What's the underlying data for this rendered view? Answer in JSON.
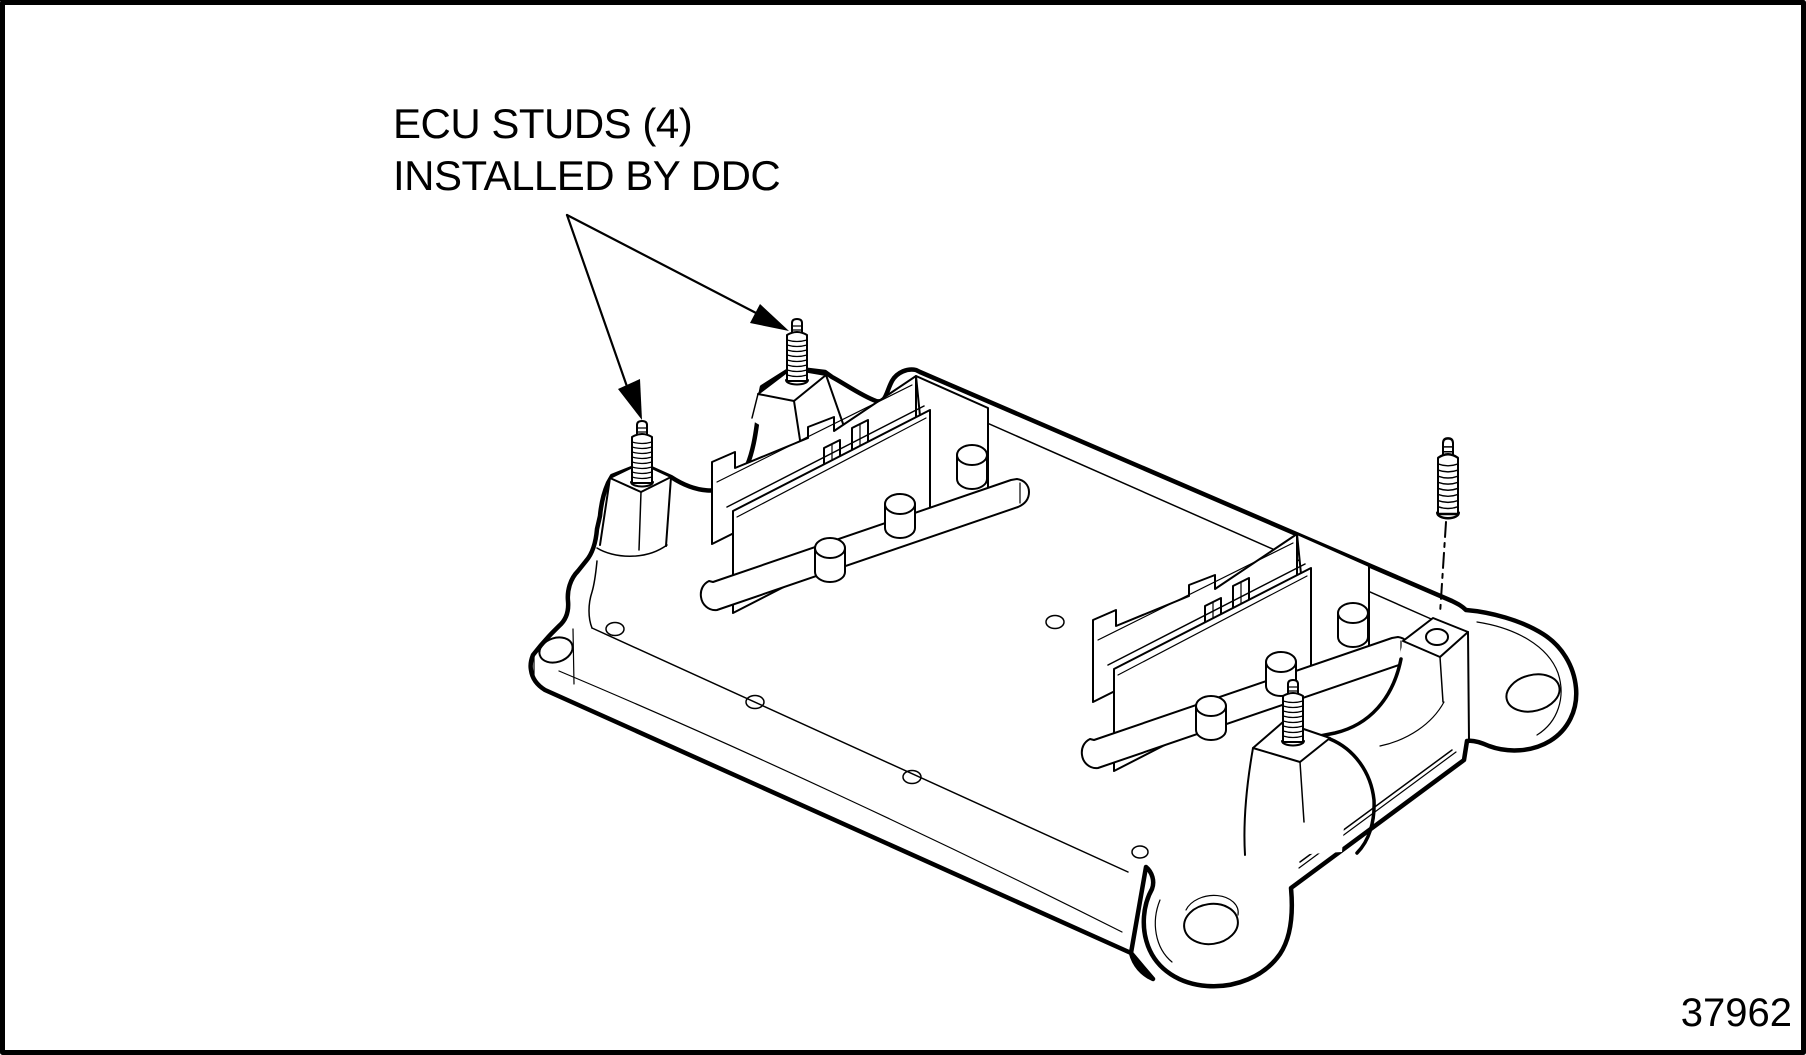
{
  "figure": {
    "annotation": {
      "line1": "ECU STUDS (4)",
      "line2": "INSTALLED BY DDC"
    },
    "figure_number": "37962",
    "stud_count_labeled": "4",
    "colors": {
      "line": "#000000",
      "background": "#ffffff"
    }
  }
}
